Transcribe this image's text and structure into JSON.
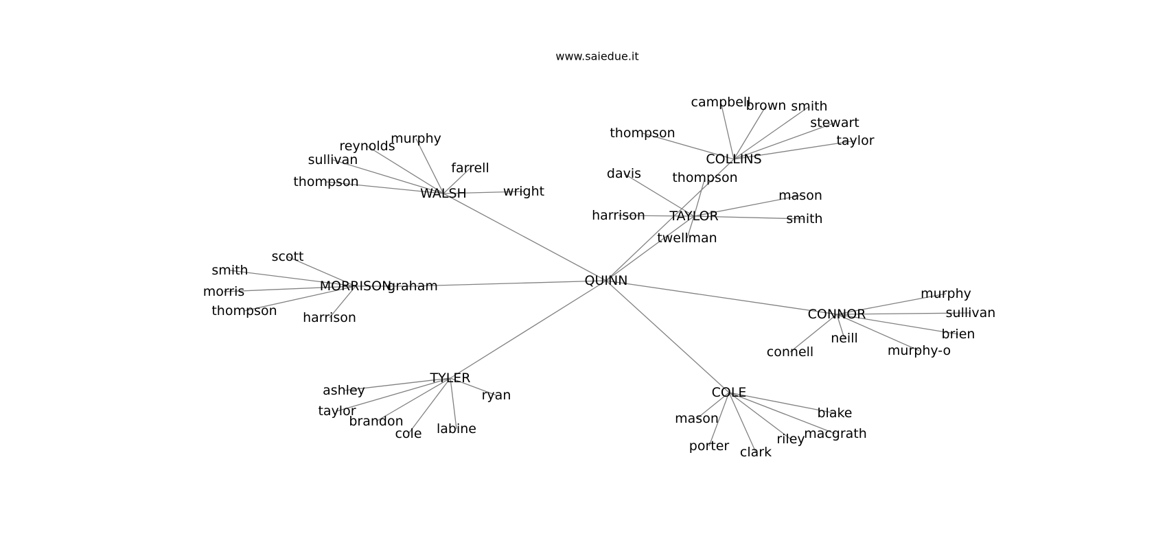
{
  "caption": "www.saiedue.it",
  "nodes": {
    "quinn": "QUINN",
    "walsh": "WALSH",
    "collins": "COLLINS",
    "taylor": "TAYLOR",
    "morrison": "MORRISON",
    "connor": "CONNOR",
    "tyler": "TYLER",
    "cole": "COLE",
    "graham": "graham",
    "walsh_murphy": "murphy",
    "walsh_reynolds": "reynolds",
    "walsh_sullivan": "sullivan",
    "walsh_thompson": "thompson",
    "walsh_farrell": "farrell",
    "walsh_wright": "wright",
    "collins_campbell": "campbell",
    "collins_brown": "brown",
    "collins_smith": "smith",
    "collins_stewart": "stewart",
    "collins_taylor": "taylor",
    "collins_thompson": "thompson",
    "taylor_davis": "davis",
    "taylor_thompson": "thompson",
    "taylor_mason": "mason",
    "taylor_harrison": "harrison",
    "taylor_smith": "smith",
    "taylor_twellman": "twellman",
    "morrison_scott": "scott",
    "morrison_smith": "smith",
    "morrison_morris": "morris",
    "morrison_thompson": "thompson",
    "morrison_harrison": "harrison",
    "connor_murphy": "murphy",
    "connor_sullivan": "sullivan",
    "connor_brien": "brien",
    "connor_neill": "neill",
    "connor_murphyo": "murphy-o",
    "connor_connell": "connell",
    "tyler_ashley": "ashley",
    "tyler_taylor": "taylor",
    "tyler_brandon": "brandon",
    "tyler_cole": "cole",
    "tyler_labine": "labine",
    "tyler_ryan": "ryan",
    "cole_mason": "mason",
    "cole_porter": "porter",
    "cole_clark": "clark",
    "cole_riley": "riley",
    "cole_macgrath": "macgrath",
    "cole_blake": "blake"
  },
  "edges": [
    [
      "quinn",
      "walsh"
    ],
    [
      "quinn",
      "collins"
    ],
    [
      "quinn",
      "taylor"
    ],
    [
      "quinn",
      "graham"
    ],
    [
      "quinn",
      "connor"
    ],
    [
      "quinn",
      "tyler"
    ],
    [
      "quinn",
      "cole"
    ],
    [
      "graham",
      "morrison"
    ],
    [
      "walsh",
      "walsh_murphy"
    ],
    [
      "walsh",
      "walsh_reynolds"
    ],
    [
      "walsh",
      "walsh_sullivan"
    ],
    [
      "walsh",
      "walsh_thompson"
    ],
    [
      "walsh",
      "walsh_farrell"
    ],
    [
      "walsh",
      "walsh_wright"
    ],
    [
      "collins",
      "collins_campbell"
    ],
    [
      "collins",
      "collins_brown"
    ],
    [
      "collins",
      "collins_smith"
    ],
    [
      "collins",
      "collins_stewart"
    ],
    [
      "collins",
      "collins_taylor"
    ],
    [
      "collins",
      "collins_thompson"
    ],
    [
      "taylor",
      "taylor_davis"
    ],
    [
      "taylor",
      "taylor_thompson"
    ],
    [
      "taylor",
      "taylor_mason"
    ],
    [
      "taylor",
      "taylor_harrison"
    ],
    [
      "taylor",
      "taylor_smith"
    ],
    [
      "taylor",
      "taylor_twellman"
    ],
    [
      "morrison",
      "morrison_scott"
    ],
    [
      "morrison",
      "morrison_smith"
    ],
    [
      "morrison",
      "morrison_morris"
    ],
    [
      "morrison",
      "morrison_thompson"
    ],
    [
      "morrison",
      "morrison_harrison"
    ],
    [
      "connor",
      "connor_murphy"
    ],
    [
      "connor",
      "connor_sullivan"
    ],
    [
      "connor",
      "connor_brien"
    ],
    [
      "connor",
      "connor_neill"
    ],
    [
      "connor",
      "connor_murphyo"
    ],
    [
      "connor",
      "connor_connell"
    ],
    [
      "tyler",
      "tyler_ashley"
    ],
    [
      "tyler",
      "tyler_taylor"
    ],
    [
      "tyler",
      "tyler_brandon"
    ],
    [
      "tyler",
      "tyler_cole"
    ],
    [
      "tyler",
      "tyler_labine"
    ],
    [
      "tyler",
      "tyler_ryan"
    ],
    [
      "cole",
      "cole_mason"
    ],
    [
      "cole",
      "cole_porter"
    ],
    [
      "cole",
      "cole_clark"
    ],
    [
      "cole",
      "cole_riley"
    ],
    [
      "cole",
      "cole_macgrath"
    ],
    [
      "cole",
      "cole_blake"
    ]
  ]
}
